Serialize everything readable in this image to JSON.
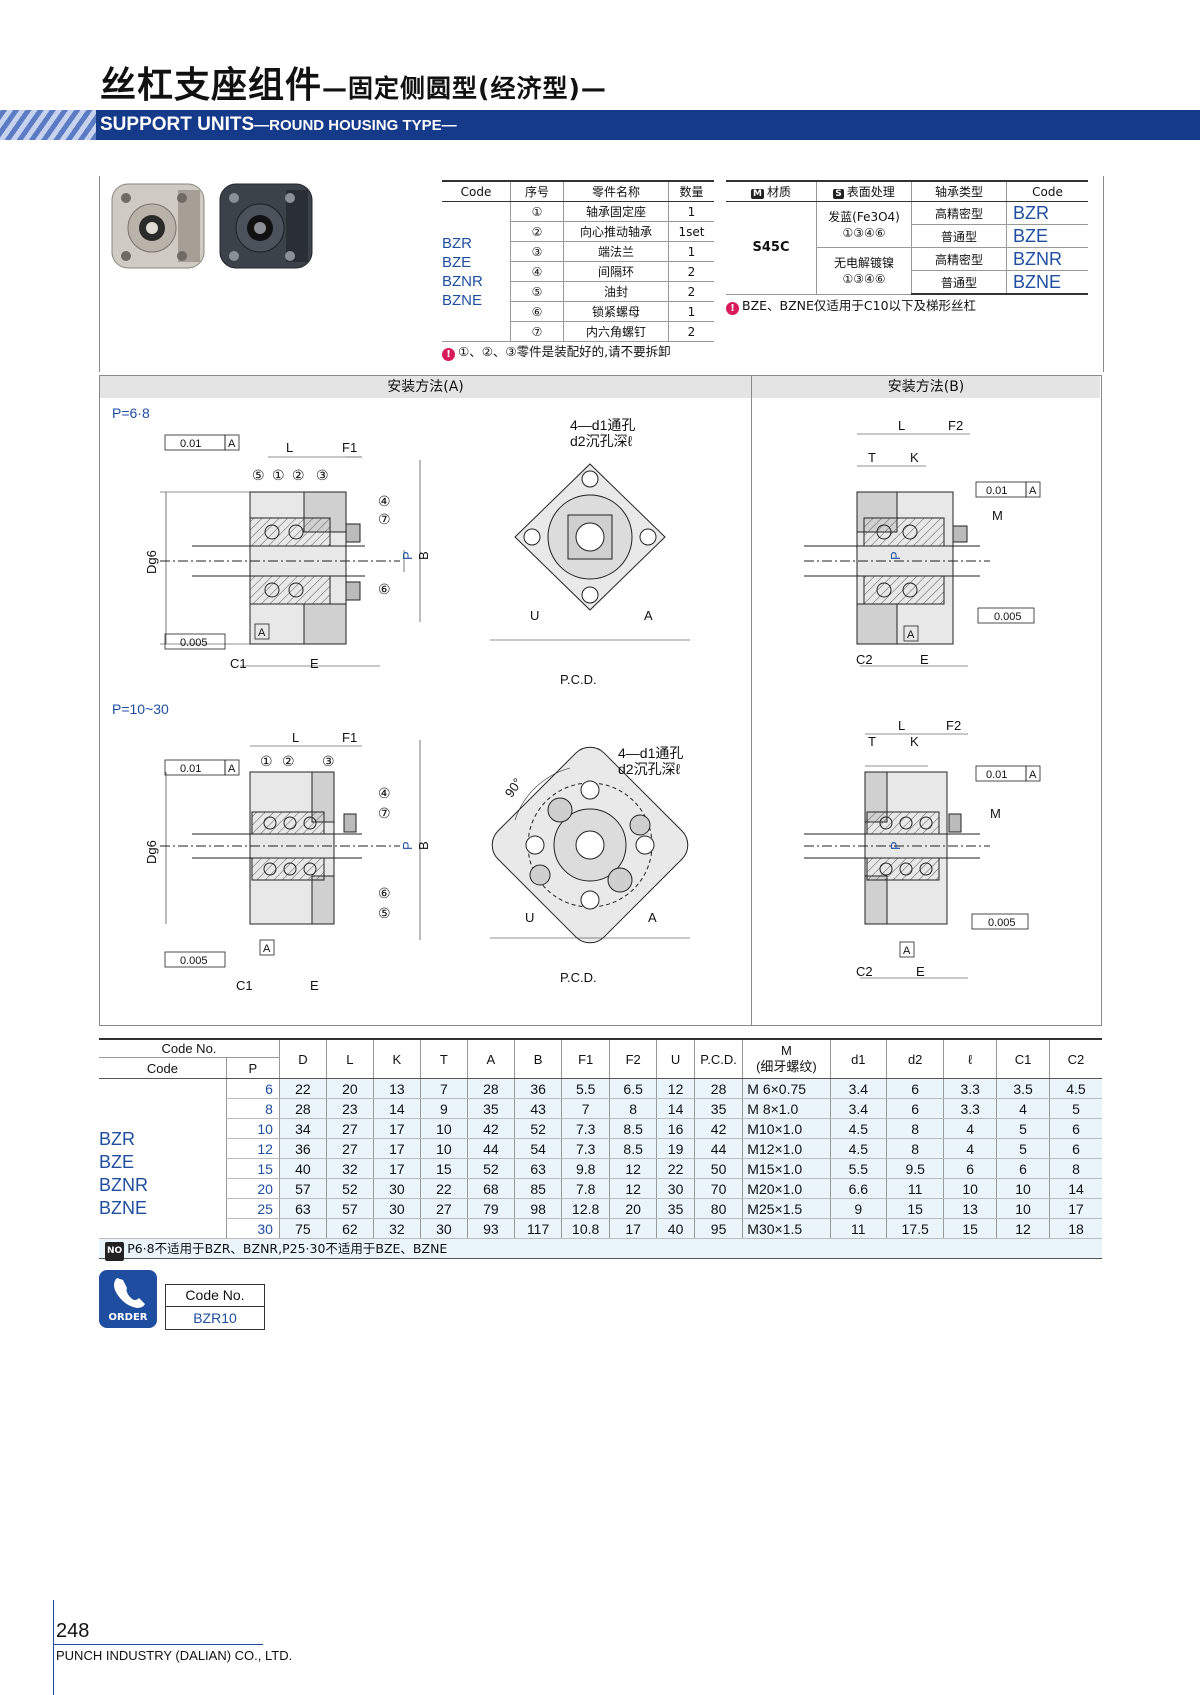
{
  "header": {
    "title": "丝杠支座组件",
    "title_sub": "—固定侧圆型(经济型)—",
    "bar_title": "SUPPORT UNITS",
    "bar_sub": "—ROUND HOUSING TYPE—"
  },
  "parts_table": {
    "headers": [
      "Code",
      "序号",
      "零件名称",
      "数量"
    ],
    "codes": [
      "BZR",
      "BZE",
      "BZNR",
      "BZNE"
    ],
    "rows": [
      {
        "no": "①",
        "name": "轴承固定座",
        "qty": "1"
      },
      {
        "no": "②",
        "name": "向心推动轴承",
        "qty": "1set"
      },
      {
        "no": "③",
        "name": "端法兰",
        "qty": "1"
      },
      {
        "no": "④",
        "name": "间隔环",
        "qty": "2"
      },
      {
        "no": "⑤",
        "name": "油封",
        "qty": "2"
      },
      {
        "no": "⑥",
        "name": "锁紧螺母",
        "qty": "1"
      },
      {
        "no": "⑦",
        "name": "内六角螺钉",
        "qty": "2"
      }
    ],
    "note": "①、②、③零件是装配好的,请不要拆卸"
  },
  "material_table": {
    "headers": [
      "材质",
      "表面处理",
      "轴承类型",
      "Code"
    ],
    "header_badges": [
      "M",
      "S"
    ],
    "material": "S45C",
    "surface_1": "发蓝(Fe3O4)",
    "surface_1_parts": "①③④⑥",
    "surface_2": "无电解镀镍",
    "surface_2_parts": "①③④⑥",
    "rows": [
      {
        "bearing": "高精密型",
        "code": "BZR"
      },
      {
        "bearing": "普通型",
        "code": "BZE"
      },
      {
        "bearing": "高精密型",
        "code": "BZNR"
      },
      {
        "bearing": "普通型",
        "code": "BZNE"
      }
    ],
    "note": "BZE、BZNE仅适用于C10以下及梯形丝杠"
  },
  "install": {
    "a_title": "安装方法(A)",
    "b_title": "安装方法(B)",
    "p_small": "P=6·8",
    "p_large": "P=10~30",
    "holes_label_1": "4—d1通孔",
    "holes_label_2": "d2沉孔深ℓ",
    "dims": {
      "L": "L",
      "F1": "F1",
      "F2": "F2",
      "T": "T",
      "K": "K",
      "M": "M",
      "B": "B",
      "P": "P",
      "D": "Dg6",
      "A": "A",
      "U": "U",
      "E": "E",
      "C1": "C1",
      "C2": "C2",
      "PCD": "P.C.D.",
      "perp": "0.01",
      "par": "0.005",
      "datum": "A",
      "angle": "90°"
    },
    "callouts_small": [
      "⑤",
      "①",
      "②",
      "③",
      "④",
      "⑦",
      "⑥"
    ],
    "callouts_large": [
      "①",
      "②",
      "③",
      "④",
      "⑦",
      "⑥",
      "⑤"
    ]
  },
  "spec_table": {
    "codeno_header": "Code No.",
    "code_header": "Code",
    "p_header": "P",
    "columns": [
      "D",
      "L",
      "K",
      "T",
      "A",
      "B",
      "F1",
      "F2",
      "U",
      "P.C.D.",
      "M",
      "d1",
      "d2",
      "ℓ",
      "C1",
      "C2"
    ],
    "m_sub": "(细牙螺纹)",
    "codes": [
      "BZR",
      "BZE",
      "BZNR",
      "BZNE"
    ],
    "rows": [
      [
        "6",
        "22",
        "20",
        "13",
        "7",
        "28",
        "36",
        "5.5",
        "6.5",
        "12",
        "28",
        "M 6×0.75",
        "3.4",
        "6",
        "3.3",
        "3.5",
        "4.5"
      ],
      [
        "8",
        "28",
        "23",
        "14",
        "9",
        "35",
        "43",
        "7",
        "8",
        "14",
        "35",
        "M 8×1.0",
        "3.4",
        "6",
        "3.3",
        "4",
        "5"
      ],
      [
        "10",
        "34",
        "27",
        "17",
        "10",
        "42",
        "52",
        "7.3",
        "8.5",
        "16",
        "42",
        "M10×1.0",
        "4.5",
        "8",
        "4",
        "5",
        "6"
      ],
      [
        "12",
        "36",
        "27",
        "17",
        "10",
        "44",
        "54",
        "7.3",
        "8.5",
        "19",
        "44",
        "M12×1.0",
        "4.5",
        "8",
        "4",
        "5",
        "6"
      ],
      [
        "15",
        "40",
        "32",
        "17",
        "15",
        "52",
        "63",
        "9.8",
        "12",
        "22",
        "50",
        "M15×1.0",
        "5.5",
        "9.5",
        "6",
        "6",
        "8"
      ],
      [
        "20",
        "57",
        "52",
        "30",
        "22",
        "68",
        "85",
        "7.8",
        "12",
        "30",
        "70",
        "M20×1.0",
        "6.6",
        "11",
        "10",
        "10",
        "14"
      ],
      [
        "25",
        "63",
        "57",
        "30",
        "27",
        "79",
        "98",
        "12.8",
        "20",
        "35",
        "80",
        "M25×1.5",
        "9",
        "15",
        "13",
        "10",
        "17"
      ],
      [
        "30",
        "75",
        "62",
        "32",
        "30",
        "93",
        "117",
        "10.8",
        "17",
        "40",
        "95",
        "M30×1.5",
        "11",
        "17.5",
        "15",
        "12",
        "18"
      ]
    ],
    "footnote_badge": "NO",
    "footnote": "P6·8不适用于BZR、BZNR,P25·30不适用于BZE、BZNE"
  },
  "order": {
    "badge": "ORDER",
    "label": "Code No.",
    "value": "BZR10"
  },
  "footer": {
    "page": "248",
    "company": "PUNCH INDUSTRY (DALIAN) CO., LTD."
  }
}
